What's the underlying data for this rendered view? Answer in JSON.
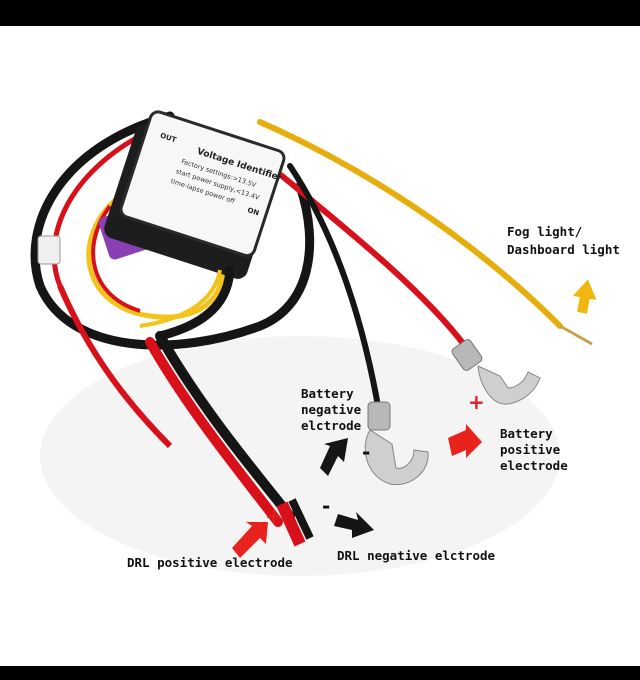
{
  "labels": {
    "fog_light": "Fog light/",
    "dashboard_light": "Dashboard light",
    "battery_negative_1": "Battery",
    "battery_negative_2": "negative",
    "battery_negative_3": "elctrode",
    "battery_positive_1": "Battery",
    "battery_positive_2": "positive",
    "battery_positive_3": "electrode",
    "drl_positive": "DRL positive electrode",
    "drl_negative": "DRL negative elctrode"
  },
  "signs": {
    "plus": "+",
    "minus": "-"
  },
  "device": {
    "title": "Voltage Identifier",
    "line1": "Factory settings:>13.5V",
    "line2": "start power supply,<13.4V",
    "line3": "time-lapse power off",
    "out": "OUT",
    "on": "ON"
  },
  "colors": {
    "wire_red": "#d8101a",
    "wire_black": "#151515",
    "wire_yellow": "#f3c21b",
    "arrow_red": "#e8231e",
    "arrow_yellow": "#f2b70f",
    "fuse_purple": "#8b3fb5"
  }
}
